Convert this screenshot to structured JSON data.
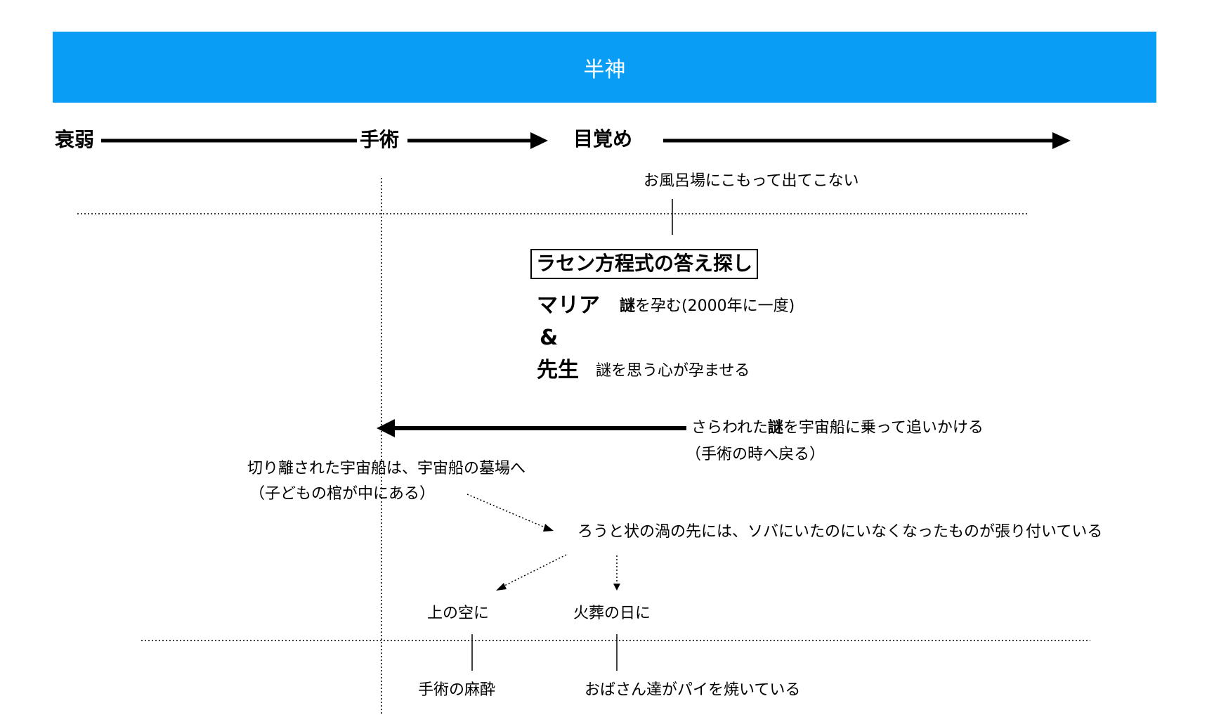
{
  "header": {
    "title": "半神"
  },
  "timeline": {
    "stage_1": "衰弱",
    "stage_2": "手術",
    "stage_3": "目覚め"
  },
  "upper_note": "お風呂場にこもって出てこない",
  "main_topic": "ラセン方程式の答え探し",
  "maria": {
    "name": "マリア",
    "mystery_word": "謎",
    "description_rest": "を孕む(2000年に一度)"
  },
  "ampersand": "&",
  "sensei": {
    "name": "先生",
    "description": "謎を思う心が孕ませる"
  },
  "chase": {
    "line1_pre": "さらわれた",
    "line1_bold": "謎",
    "line1_post": "を宇宙船に乗って追いかける",
    "line2": "（手術の時へ戻る）"
  },
  "separated_ship": {
    "line1": "切り離された宇宙船は、宇宙船の墓場へ",
    "line2": "（子どもの棺が中にある）"
  },
  "vortex_note": "ろうと状の渦の先には、ソバにいたのにいなくなったものが張り付いている",
  "sky_label": "上の空に",
  "cremation_label": "火葬の日に",
  "anesthesia_note": "手術の麻酔",
  "aunts_note": "おばさん達がパイを焼いている"
}
